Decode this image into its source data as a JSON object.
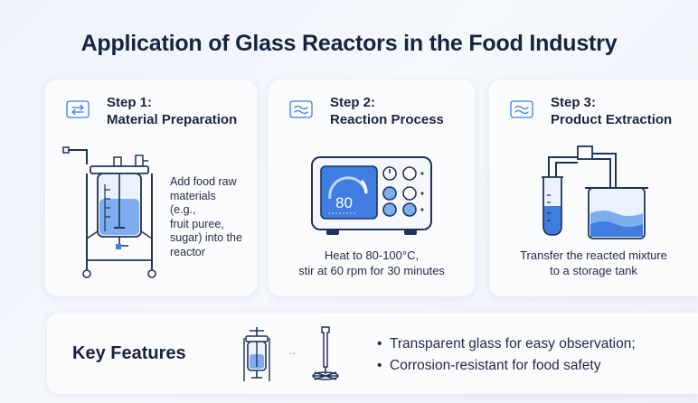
{
  "title": "Application of Glass Reactors in the Food Industry",
  "steps": [
    {
      "step_label": "Step 1:",
      "name": "Material Preparation",
      "description_lines": [
        "Add food raw",
        "materials",
        "(e.g.,",
        "fruit puree,",
        "sugar) into the",
        "reactor"
      ],
      "icon": "arrows-exchange-icon"
    },
    {
      "step_label": "Step 2:",
      "name": "Reaction Process",
      "description_lines": [
        "Heat to 80-100°C,",
        "stir at 60 rpm for 30 minutes"
      ],
      "display_value": "80",
      "icon": "wave-icon"
    },
    {
      "step_label": "Step 3:",
      "name": "Product Extraction",
      "description_lines": [
        "Transfer the reacted mixture",
        "to a storage tank"
      ],
      "icon": "wave-icon"
    }
  ],
  "key_features": {
    "title": "Key Features",
    "items": [
      "Transparent glass for easy observation;",
      "Corrosion-resistant for food safety"
    ],
    "arrow": "→"
  },
  "colors": {
    "accent_blue": "#3f7de0",
    "light_blue": "#bcd6f8",
    "outline_navy": "#1f3357",
    "background": "#eef3fa"
  }
}
